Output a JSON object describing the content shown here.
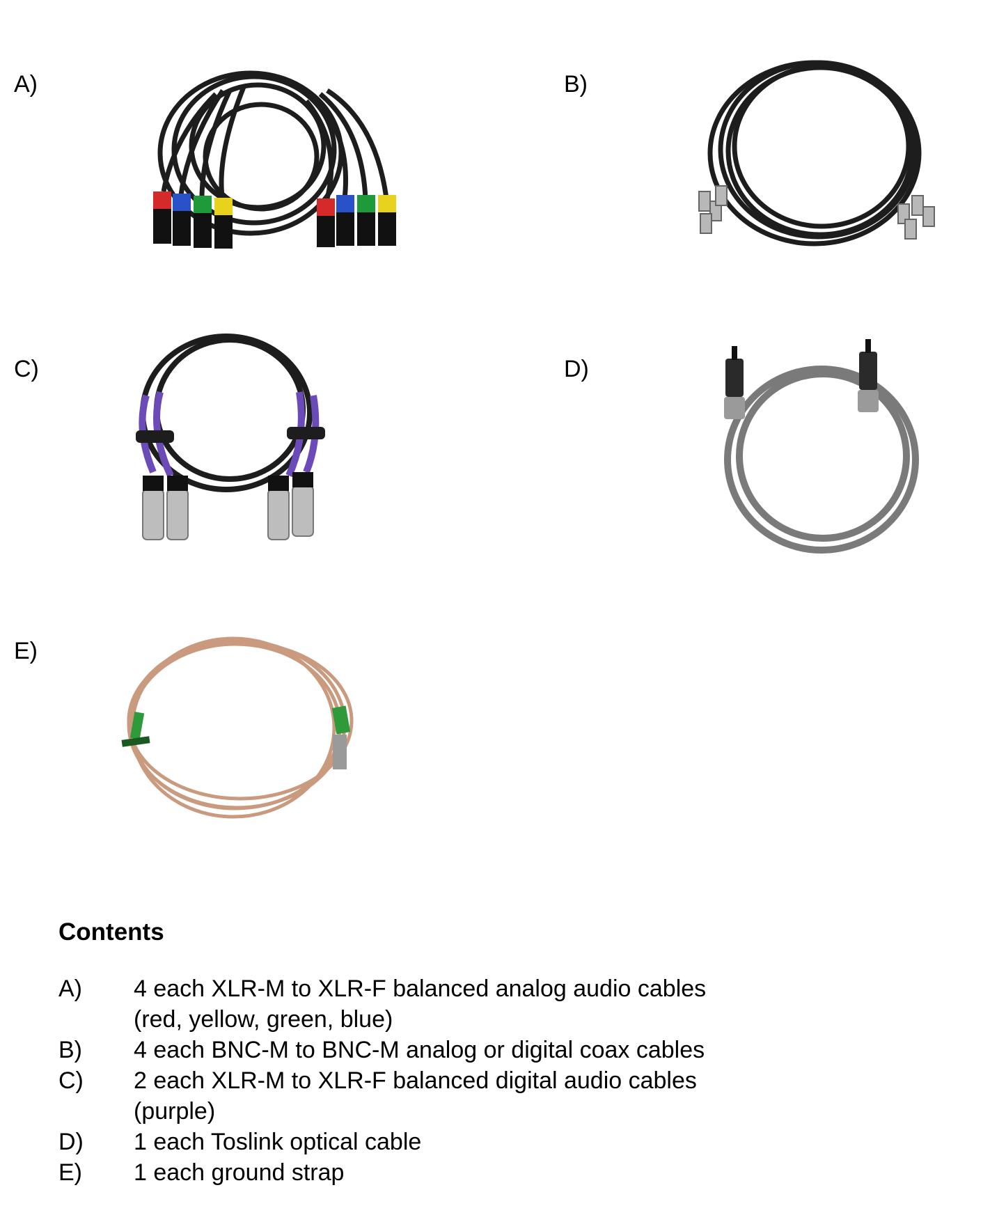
{
  "items": [
    {
      "label": "A)",
      "image": "xlr-analog-cables-photo",
      "colors": [
        "#d42a2a",
        "#2a52c8",
        "#1f9a3a",
        "#e8d21e"
      ]
    },
    {
      "label": "B)",
      "image": "bnc-coax-cables-photo"
    },
    {
      "label": "C)",
      "image": "xlr-digital-cables-photo",
      "colors": [
        "#6a4bb8"
      ]
    },
    {
      "label": "D)",
      "image": "toslink-optical-cable-photo"
    },
    {
      "label": "E)",
      "image": "ground-strap-photo"
    }
  ],
  "contents": {
    "title": "Contents",
    "rows": [
      {
        "letter": "A)",
        "lines": [
          "4 each XLR-M to XLR-F balanced analog audio cables",
          "(red, yellow, green, blue)"
        ]
      },
      {
        "letter": "B)",
        "lines": [
          "4 each BNC-M to BNC-M analog or digital coax cables"
        ]
      },
      {
        "letter": "C)",
        "lines": [
          "2 each XLR-M to XLR-F balanced digital audio cables",
          "(purple)"
        ]
      },
      {
        "letter": "D)",
        "lines": [
          "1 each Toslink optical cable"
        ]
      },
      {
        "letter": "E)",
        "lines": [
          "1 each ground strap"
        ]
      }
    ]
  }
}
